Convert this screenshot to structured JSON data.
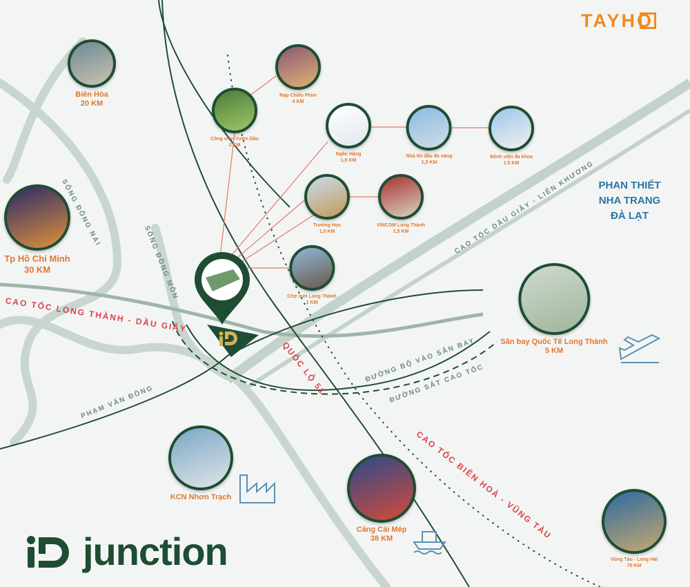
{
  "brand": {
    "developer": "TAYHO",
    "project_logo": "iD",
    "project_name": "junction",
    "colors": {
      "green": "#1e4d33",
      "orange": "#e2762d",
      "red": "#d9434a",
      "blue": "#2876a8",
      "gold": "#d4b15a"
    }
  },
  "destinations": [
    "PHAN THIẾT",
    "NHA TRANG",
    "ĐÀ LẠT"
  ],
  "roads": {
    "cao_toc_lt_dg": "CAO TỐC LONG THÀNH - DẦU GIÂY",
    "cao_toc_dg_lk": "CAO TỐC DẦU GIÂY - LIÊN KHƯƠNG",
    "quoc_lo_51": "QUỐC LỘ 51",
    "duong_bo_san_bay": "ĐƯỜNG BỘ VÀO SÂN BAY",
    "duong_sat": "ĐƯỜNG SẮT CAO TỐC",
    "pham_van_dong": "PHẠM VĂN ĐỒNG",
    "cao_toc_bh_vt": "CAO TỐC BIÊN HOÀ - VŨNG TÀU",
    "song_dong_nai": "SÔNG ĐỒNG NAI",
    "song_dong_mon": "SÔNG ĐỒNG MÔN"
  },
  "pois": [
    {
      "name": "Biên Hòa",
      "distance": "20 KM"
    },
    {
      "name": "Rạp Chiếu Phim",
      "distance": "4 KM"
    },
    {
      "name": "Công viên Vườn Dầu",
      "distance": "2 KM"
    },
    {
      "name": "Ngân Hàng",
      "distance": "1,5 KM"
    },
    {
      "name": "Nhà thi đấu đa năng",
      "distance": "1,5 KM"
    },
    {
      "name": "Bệnh viện đa khoa",
      "distance": "1.5 KM"
    },
    {
      "name": "Trường Học",
      "distance": "1,5 KM"
    },
    {
      "name": "VINCOM Long Thành",
      "distance": "1,5 KM"
    },
    {
      "name": "Chợ mới Long Thành",
      "distance": "1 KM"
    },
    {
      "name": "Tp Hồ Chí Minh",
      "distance": "30 KM"
    },
    {
      "name": "Sân bay Quốc Tế Long Thành",
      "distance": "5 KM"
    },
    {
      "name": "KCN Nhơn Trạch",
      "distance": ""
    },
    {
      "name": "Cảng Cái Mép",
      "distance": "38 KM"
    },
    {
      "name": "Vũng Tàu - Long Hải",
      "distance": "70 KM"
    }
  ]
}
